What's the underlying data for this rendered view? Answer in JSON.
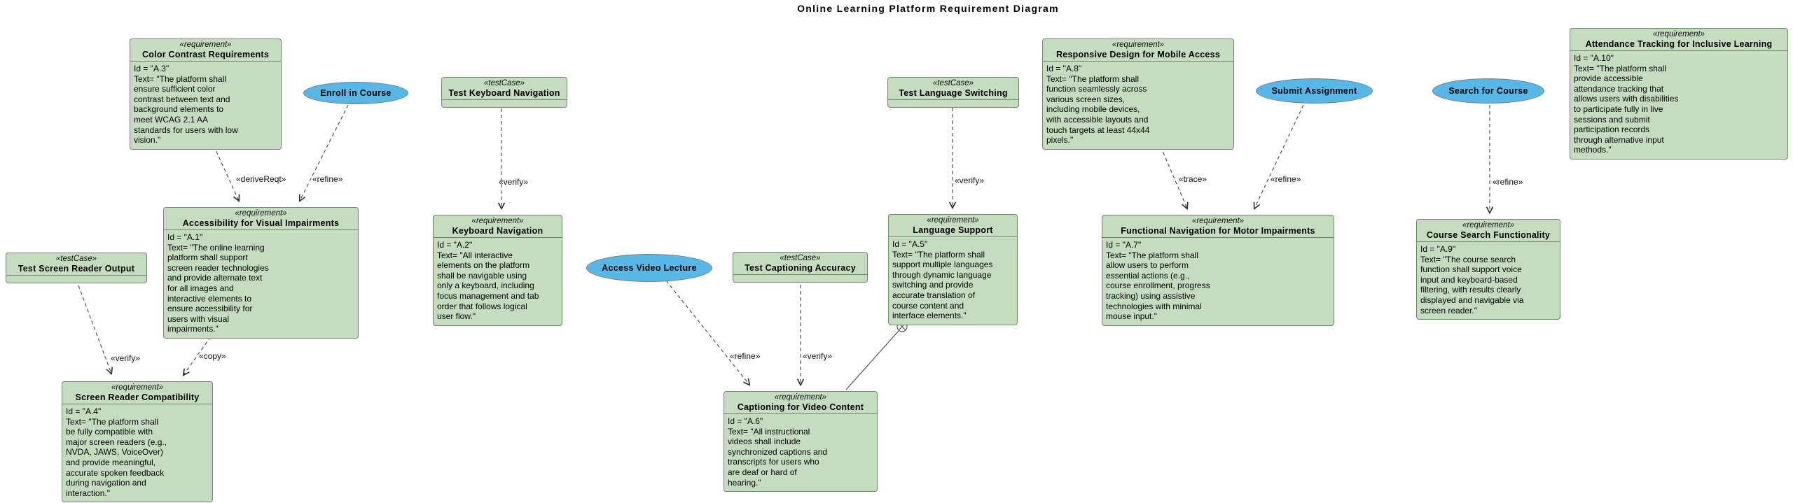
{
  "title": "Online Learning Platform Requirement Diagram",
  "colors": {
    "node_fill": "#c5dcc0",
    "node_border": "#6c8a68",
    "usecase_fill": "#57b8e8",
    "usecase_border": "#7d7d7d",
    "edge": "#454545",
    "text": "#000000",
    "background": "#ffffff"
  },
  "requirements": [
    {
      "stereotype": "«requirement»",
      "name": "Color Contrast Requirements",
      "id": "A.3",
      "body": "Id =  \"A.3\"\nText= \"The platform shall\nensure sufficient color\ncontrast between text and\nbackground elements to\nmeet WCAG 2.1 AA\nstandards for users with low\nvision.\""
    },
    {
      "stereotype": "«requirement»",
      "name": "Accessibility for Visual Impairments",
      "id": "A.1",
      "body": "Id =  \"A.1\"\nText= \"The online learning\nplatform shall support\nscreen reader technologies\nand provide alternate text\nfor all images and\ninteractive elements to\nensure accessibility for\nusers with visual\nimpairments.\""
    },
    {
      "stereotype": "«requirement»",
      "name": "Keyboard Navigation",
      "id": "A.2",
      "body": "Id =  \"A.2\"\nText= \"All interactive\nelements on the platform\nshall be navigable using\nonly a keyboard, including\nfocus management and tab\norder that follows logical\nuser flow.\""
    },
    {
      "stereotype": "«requirement»",
      "name": "Screen Reader Compatibility",
      "id": "A.4",
      "body": "Id =  \"A.4\"\nText= \"The platform shall\nbe fully compatible with\nmajor screen readers (e.g.,\nNVDA, JAWS, VoiceOver)\nand provide meaningful,\naccurate spoken feedback\nduring navigation and\ninteraction.\""
    },
    {
      "stereotype": "«requirement»",
      "name": "Language Support",
      "id": "A.5",
      "body": "Id =  \"A.5\"\nText= \"The platform shall\nsupport multiple languages\nthrough dynamic language\nswitching and provide\naccurate translation of\ncourse content and\ninterface elements.\""
    },
    {
      "stereotype": "«requirement»",
      "name": "Captioning for Video Content",
      "id": "A.6",
      "body": "Id =  \"A.6\"\nText= \"All instructional\nvideos shall include\nsynchronized captions and\ntranscripts for users who\nare deaf or hard of\nhearing.\""
    },
    {
      "stereotype": "«requirement»",
      "name": "Functional Navigation for Motor Impairments",
      "id": "A.7",
      "body": "Id =  \"A.7\"\nText= \"The platform shall\nallow users to perform\nessential actions (e.g.,\ncourse enrollment, progress\ntracking) using assistive\ntechnologies with minimal\nmouse input.\""
    },
    {
      "stereotype": "«requirement»",
      "name": "Responsive Design for Mobile Access",
      "id": "A.8",
      "body": "Id =  \"A.8\"\nText= \"The platform shall\nfunction seamlessly across\nvarious screen sizes,\nincluding mobile devices,\nwith accessible layouts and\ntouch targets at least 44x44\npixels.\""
    },
    {
      "stereotype": "«requirement»",
      "name": "Course Search Functionality",
      "id": "A.9",
      "body": "Id =  \"A.9\"\nText= \"The course search\nfunction shall support voice\ninput and keyboard-based\nfiltering, with results clearly\ndisplayed and navigable via\nscreen reader.\""
    },
    {
      "stereotype": "«requirement»",
      "name": "Attendance Tracking for Inclusive Learning",
      "id": "A.10",
      "body": "Id =  \"A.10\"\nText= \"The platform shall\nprovide accessible\nattendance tracking that\nallows users with disabilities\nto participate fully in live\nsessions and submit\nparticipation records\nthrough alternative input\nmethods.\""
    }
  ],
  "test_cases": [
    {
      "stereotype": "«testCase»",
      "name": "Test Keyboard Navigation"
    },
    {
      "stereotype": "«testCase»",
      "name": "Test Screen Reader Output"
    },
    {
      "stereotype": "«testCase»",
      "name": "Test Captioning Accuracy"
    },
    {
      "stereotype": "«testCase»",
      "name": "Test Language Switching"
    }
  ],
  "use_cases": [
    {
      "label": "Enroll in Course"
    },
    {
      "label": "Access Video Lecture"
    },
    {
      "label": "Submit Assignment"
    },
    {
      "label": "Search for Course"
    }
  ],
  "connectors": [
    {
      "label": "«deriveReqt»",
      "from": "Color Contrast Requirements",
      "to": "Accessibility for Visual Impairments",
      "style": "dashed"
    },
    {
      "label": "«refine»",
      "from": "Enroll in Course",
      "to": "Accessibility for Visual Impairments",
      "style": "dashed"
    },
    {
      "label": "«verify»",
      "from": "Test Keyboard Navigation",
      "to": "Keyboard Navigation",
      "style": "dashed"
    },
    {
      "label": "«verify»",
      "from": "Test Screen Reader Output",
      "to": "Screen Reader Compatibility",
      "style": "dashed"
    },
    {
      "label": "«copy»",
      "from": "Accessibility for Visual Impairments",
      "to": "Screen Reader Compatibility",
      "style": "dashed"
    },
    {
      "label": "«refine»",
      "from": "Access Video Lecture",
      "to": "Captioning for Video Content",
      "style": "dashed"
    },
    {
      "label": "«verify»",
      "from": "Test Captioning Accuracy",
      "to": "Captioning for Video Content",
      "style": "dashed"
    },
    {
      "label": "«verify»",
      "from": "Test Language Switching",
      "to": "Language Support",
      "style": "dashed"
    },
    {
      "label": "«trace»",
      "from": "Responsive Design for Mobile Access",
      "to": "Functional Navigation for Motor Impairments",
      "style": "dashed"
    },
    {
      "label": "«refine»",
      "from": "Submit Assignment",
      "to": "Functional Navigation for Motor Impairments",
      "style": "dashed"
    },
    {
      "label": "«refine»",
      "from": "Search for Course",
      "to": "Course Search Functionality",
      "style": "dashed"
    },
    {
      "label": "",
      "from": "Language Support",
      "to": "Captioning for Video Content",
      "style": "solid-containment"
    }
  ]
}
